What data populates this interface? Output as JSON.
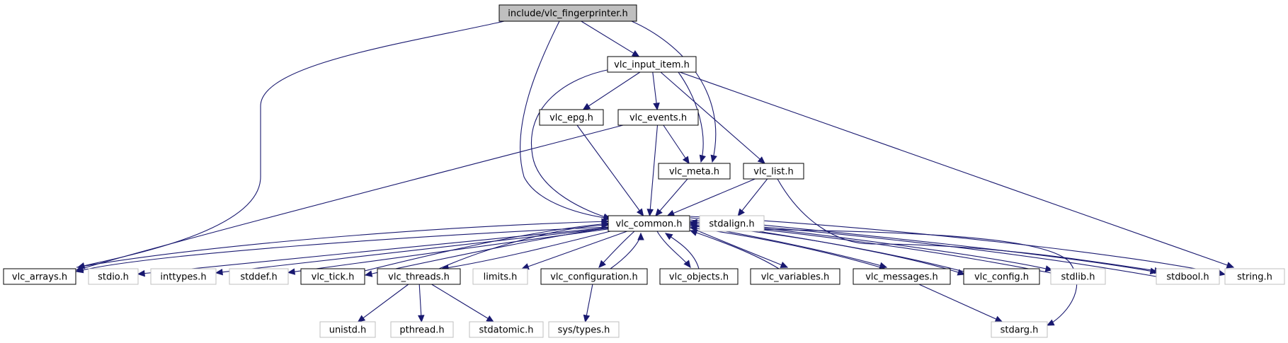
{
  "colors": {
    "edge": "#191970",
    "main_fill": "#bfbfbf",
    "node_border": "#000000",
    "external_border": "#bfbfbf"
  },
  "nodes": [
    {
      "id": "fingerprinter",
      "label": "include/vlc_fingerprinter.h",
      "kind": "main"
    },
    {
      "id": "input_item",
      "label": "vlc_input_item.h",
      "kind": "internal"
    },
    {
      "id": "epg",
      "label": "vlc_epg.h",
      "kind": "internal"
    },
    {
      "id": "events",
      "label": "vlc_events.h",
      "kind": "internal"
    },
    {
      "id": "meta",
      "label": "vlc_meta.h",
      "kind": "internal"
    },
    {
      "id": "list",
      "label": "vlc_list.h",
      "kind": "internal"
    },
    {
      "id": "common",
      "label": "vlc_common.h",
      "kind": "internal"
    },
    {
      "id": "stdalign",
      "label": "stdalign.h",
      "kind": "external"
    },
    {
      "id": "arrays",
      "label": "vlc_arrays.h",
      "kind": "internal"
    },
    {
      "id": "stdio",
      "label": "stdio.h",
      "kind": "external"
    },
    {
      "id": "inttypes",
      "label": "inttypes.h",
      "kind": "external"
    },
    {
      "id": "stddef",
      "label": "stddef.h",
      "kind": "external"
    },
    {
      "id": "tick",
      "label": "vlc_tick.h",
      "kind": "internal"
    },
    {
      "id": "threads",
      "label": "vlc_threads.h",
      "kind": "internal"
    },
    {
      "id": "limits",
      "label": "limits.h",
      "kind": "external"
    },
    {
      "id": "configuration",
      "label": "vlc_configuration.h",
      "kind": "internal"
    },
    {
      "id": "objects",
      "label": "vlc_objects.h",
      "kind": "internal"
    },
    {
      "id": "variables",
      "label": "vlc_variables.h",
      "kind": "internal"
    },
    {
      "id": "messages",
      "label": "vlc_messages.h",
      "kind": "internal"
    },
    {
      "id": "config",
      "label": "vlc_config.h",
      "kind": "internal"
    },
    {
      "id": "stdlib",
      "label": "stdlib.h",
      "kind": "external"
    },
    {
      "id": "stdbool",
      "label": "stdbool.h",
      "kind": "external"
    },
    {
      "id": "string",
      "label": "string.h",
      "kind": "external"
    },
    {
      "id": "unistd",
      "label": "unistd.h",
      "kind": "external"
    },
    {
      "id": "pthread",
      "label": "pthread.h",
      "kind": "external"
    },
    {
      "id": "stdatomic",
      "label": "stdatomic.h",
      "kind": "external"
    },
    {
      "id": "systypes",
      "label": "sys/types.h",
      "kind": "external"
    },
    {
      "id": "stdarg",
      "label": "stdarg.h",
      "kind": "external"
    }
  ],
  "edges": [
    {
      "from": "fingerprinter",
      "to": "input_item"
    },
    {
      "from": "fingerprinter",
      "to": "meta"
    },
    {
      "from": "fingerprinter",
      "to": "common"
    },
    {
      "from": "fingerprinter",
      "to": "arrays"
    },
    {
      "from": "input_item",
      "to": "epg"
    },
    {
      "from": "input_item",
      "to": "events"
    },
    {
      "from": "input_item",
      "to": "meta"
    },
    {
      "from": "input_item",
      "to": "list"
    },
    {
      "from": "input_item",
      "to": "common"
    },
    {
      "from": "input_item",
      "to": "string"
    },
    {
      "from": "epg",
      "to": "common"
    },
    {
      "from": "events",
      "to": "meta"
    },
    {
      "from": "events",
      "to": "common"
    },
    {
      "from": "events",
      "to": "arrays"
    },
    {
      "from": "meta",
      "to": "common"
    },
    {
      "from": "list",
      "to": "common"
    },
    {
      "from": "list",
      "to": "stdalign"
    },
    {
      "from": "list",
      "to": "stdbool"
    },
    {
      "from": "common",
      "to": "arrays"
    },
    {
      "from": "common",
      "to": "stdio"
    },
    {
      "from": "common",
      "to": "inttypes"
    },
    {
      "from": "common",
      "to": "stddef"
    },
    {
      "from": "common",
      "to": "tick"
    },
    {
      "from": "common",
      "to": "threads"
    },
    {
      "from": "common",
      "to": "limits"
    },
    {
      "from": "common",
      "to": "configuration"
    },
    {
      "from": "common",
      "to": "objects"
    },
    {
      "from": "common",
      "to": "variables"
    },
    {
      "from": "common",
      "to": "messages"
    },
    {
      "from": "common",
      "to": "config"
    },
    {
      "from": "common",
      "to": "stdlib"
    },
    {
      "from": "common",
      "to": "stdbool"
    },
    {
      "from": "common",
      "to": "string"
    },
    {
      "from": "common",
      "to": "stdarg"
    },
    {
      "from": "arrays",
      "to": "common"
    },
    {
      "from": "tick",
      "to": "common"
    },
    {
      "from": "threads",
      "to": "common"
    },
    {
      "from": "configuration",
      "to": "common"
    },
    {
      "from": "objects",
      "to": "common"
    },
    {
      "from": "variables",
      "to": "common"
    },
    {
      "from": "messages",
      "to": "common"
    },
    {
      "from": "config",
      "to": "common"
    },
    {
      "from": "stdlib",
      "to": "common"
    },
    {
      "from": "stdbool",
      "to": "common"
    },
    {
      "from": "threads",
      "to": "unistd"
    },
    {
      "from": "threads",
      "to": "pthread"
    },
    {
      "from": "threads",
      "to": "stdatomic"
    },
    {
      "from": "configuration",
      "to": "systypes"
    },
    {
      "from": "messages",
      "to": "stdarg"
    }
  ]
}
